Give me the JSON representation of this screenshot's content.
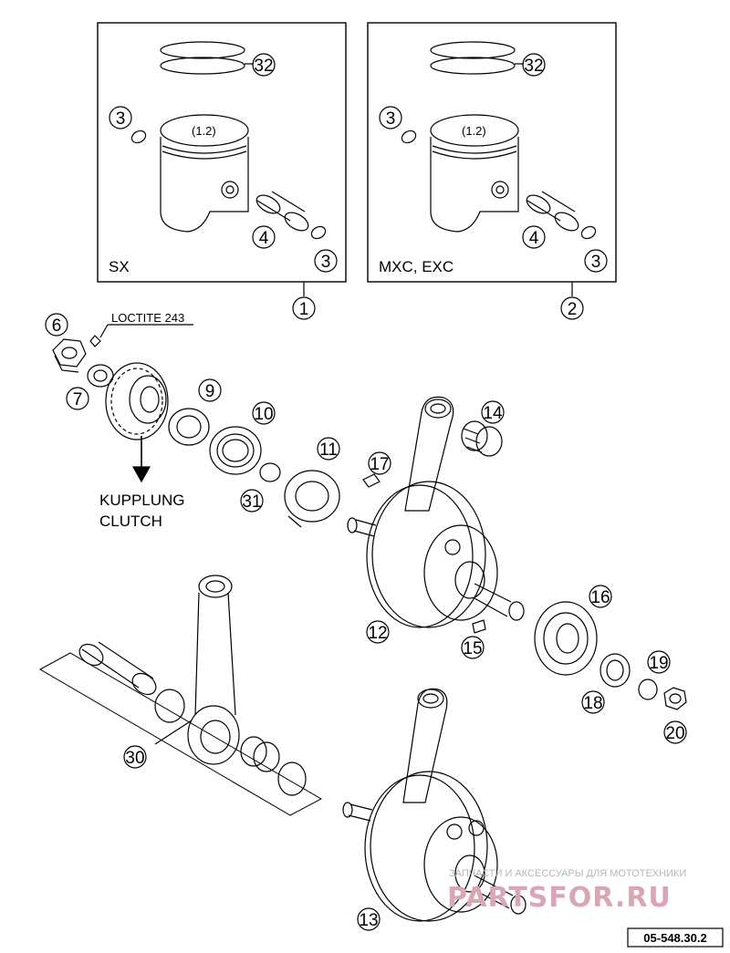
{
  "insets": {
    "left_label": "SX",
    "right_label": "MXC, EXC",
    "piston_mark": "(1.2)"
  },
  "callouts": {
    "c1": "1",
    "c2": "2",
    "c3a": "3",
    "c3b": "3",
    "c3c": "3",
    "c3d": "3",
    "c4a": "4",
    "c4b": "4",
    "c6": "6",
    "c7": "7",
    "c9": "9",
    "c10": "10",
    "c11": "11",
    "c12": "12",
    "c13": "13",
    "c14": "14",
    "c15": "15",
    "c16": "16",
    "c17": "17",
    "c18": "18",
    "c19": "19",
    "c20": "20",
    "c30": "30",
    "c31": "31",
    "c32a": "32",
    "c32b": "32"
  },
  "labels": {
    "loctite": "LOCTITE 243",
    "kupplung": "KUPPLUNG",
    "clutch": "CLUTCH"
  },
  "watermark": {
    "text": "ЗАПЧАСТИ И АКСЕССУАРЫ ДЛЯ МОТОТЕХНИКИ",
    "brand": "PARTSFOR.RU"
  },
  "reference": "05-548.30.2"
}
